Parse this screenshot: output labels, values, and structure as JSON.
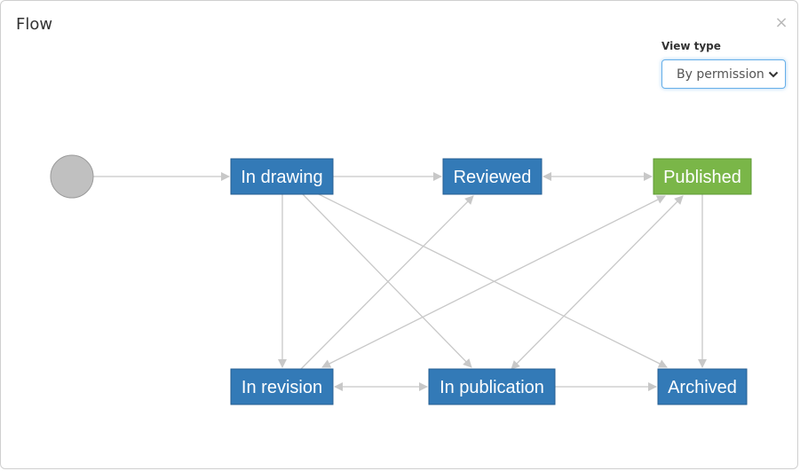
{
  "dialog": {
    "title": "Flow",
    "close_label": "×"
  },
  "view_type": {
    "label": "View type",
    "selected": "By permission"
  },
  "colors": {
    "node_blue": "#337ab7",
    "node_green": "#7ab648",
    "start_circle": "#c0c0c0",
    "edge": "#c8c8c8"
  },
  "diagram": {
    "nodes": [
      {
        "id": "in_drawing",
        "label": "In drawing"
      },
      {
        "id": "reviewed",
        "label": "Reviewed"
      },
      {
        "id": "published",
        "label": "Published"
      },
      {
        "id": "in_revision",
        "label": "In revision"
      },
      {
        "id": "in_publication",
        "label": "In publication"
      },
      {
        "id": "archived",
        "label": "Archived"
      }
    ],
    "edges": [
      {
        "from": "start",
        "to": "in_drawing",
        "bidirectional": false
      },
      {
        "from": "in_drawing",
        "to": "reviewed",
        "bidirectional": false
      },
      {
        "from": "reviewed",
        "to": "published",
        "bidirectional": true
      },
      {
        "from": "in_drawing",
        "to": "in_revision",
        "bidirectional": false
      },
      {
        "from": "in_drawing",
        "to": "in_publication",
        "bidirectional": false
      },
      {
        "from": "in_drawing",
        "to": "archived",
        "bidirectional": false
      },
      {
        "from": "in_revision",
        "to": "reviewed",
        "bidirectional": false
      },
      {
        "from": "published",
        "to": "in_revision",
        "bidirectional": true
      },
      {
        "from": "in_publication",
        "to": "published",
        "bidirectional": true
      },
      {
        "from": "published",
        "to": "archived",
        "bidirectional": false
      },
      {
        "from": "in_revision",
        "to": "in_publication",
        "bidirectional": true
      },
      {
        "from": "in_publication",
        "to": "archived",
        "bidirectional": false
      }
    ]
  }
}
